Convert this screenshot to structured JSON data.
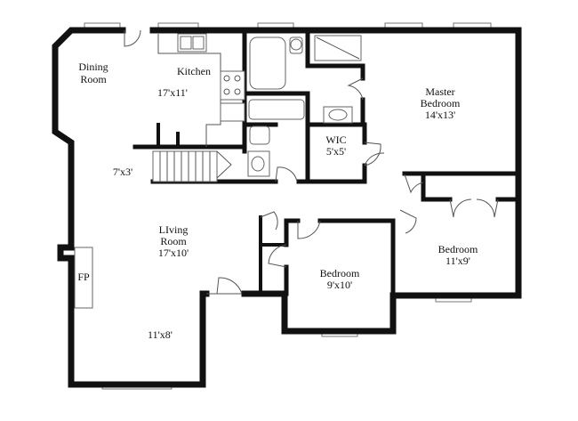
{
  "rooms": {
    "dining": {
      "name_line1": "Dining",
      "name_line2": "Room"
    },
    "kitchen": {
      "name": "Kitchen",
      "dimensions": "17'x11'"
    },
    "hall": {
      "dimensions": "7'x3'"
    },
    "living": {
      "name_line1": "LIving",
      "name_line2": "Room",
      "dimensions": "17'x10'"
    },
    "fireplace": {
      "label": "FP"
    },
    "foyer": {
      "dimensions": "11'x8'"
    },
    "master_bedroom": {
      "name_line1": "Master",
      "name_line2": "Bedroom",
      "dimensions": "14'x13'"
    },
    "wic": {
      "name": "WIC",
      "dimensions": "5'x5'"
    },
    "bedroom_2": {
      "name": "Bedroom",
      "dimensions": "11'x9'"
    },
    "bedroom_3": {
      "name": "Bedroom",
      "dimensions": "9'x10'"
    }
  }
}
